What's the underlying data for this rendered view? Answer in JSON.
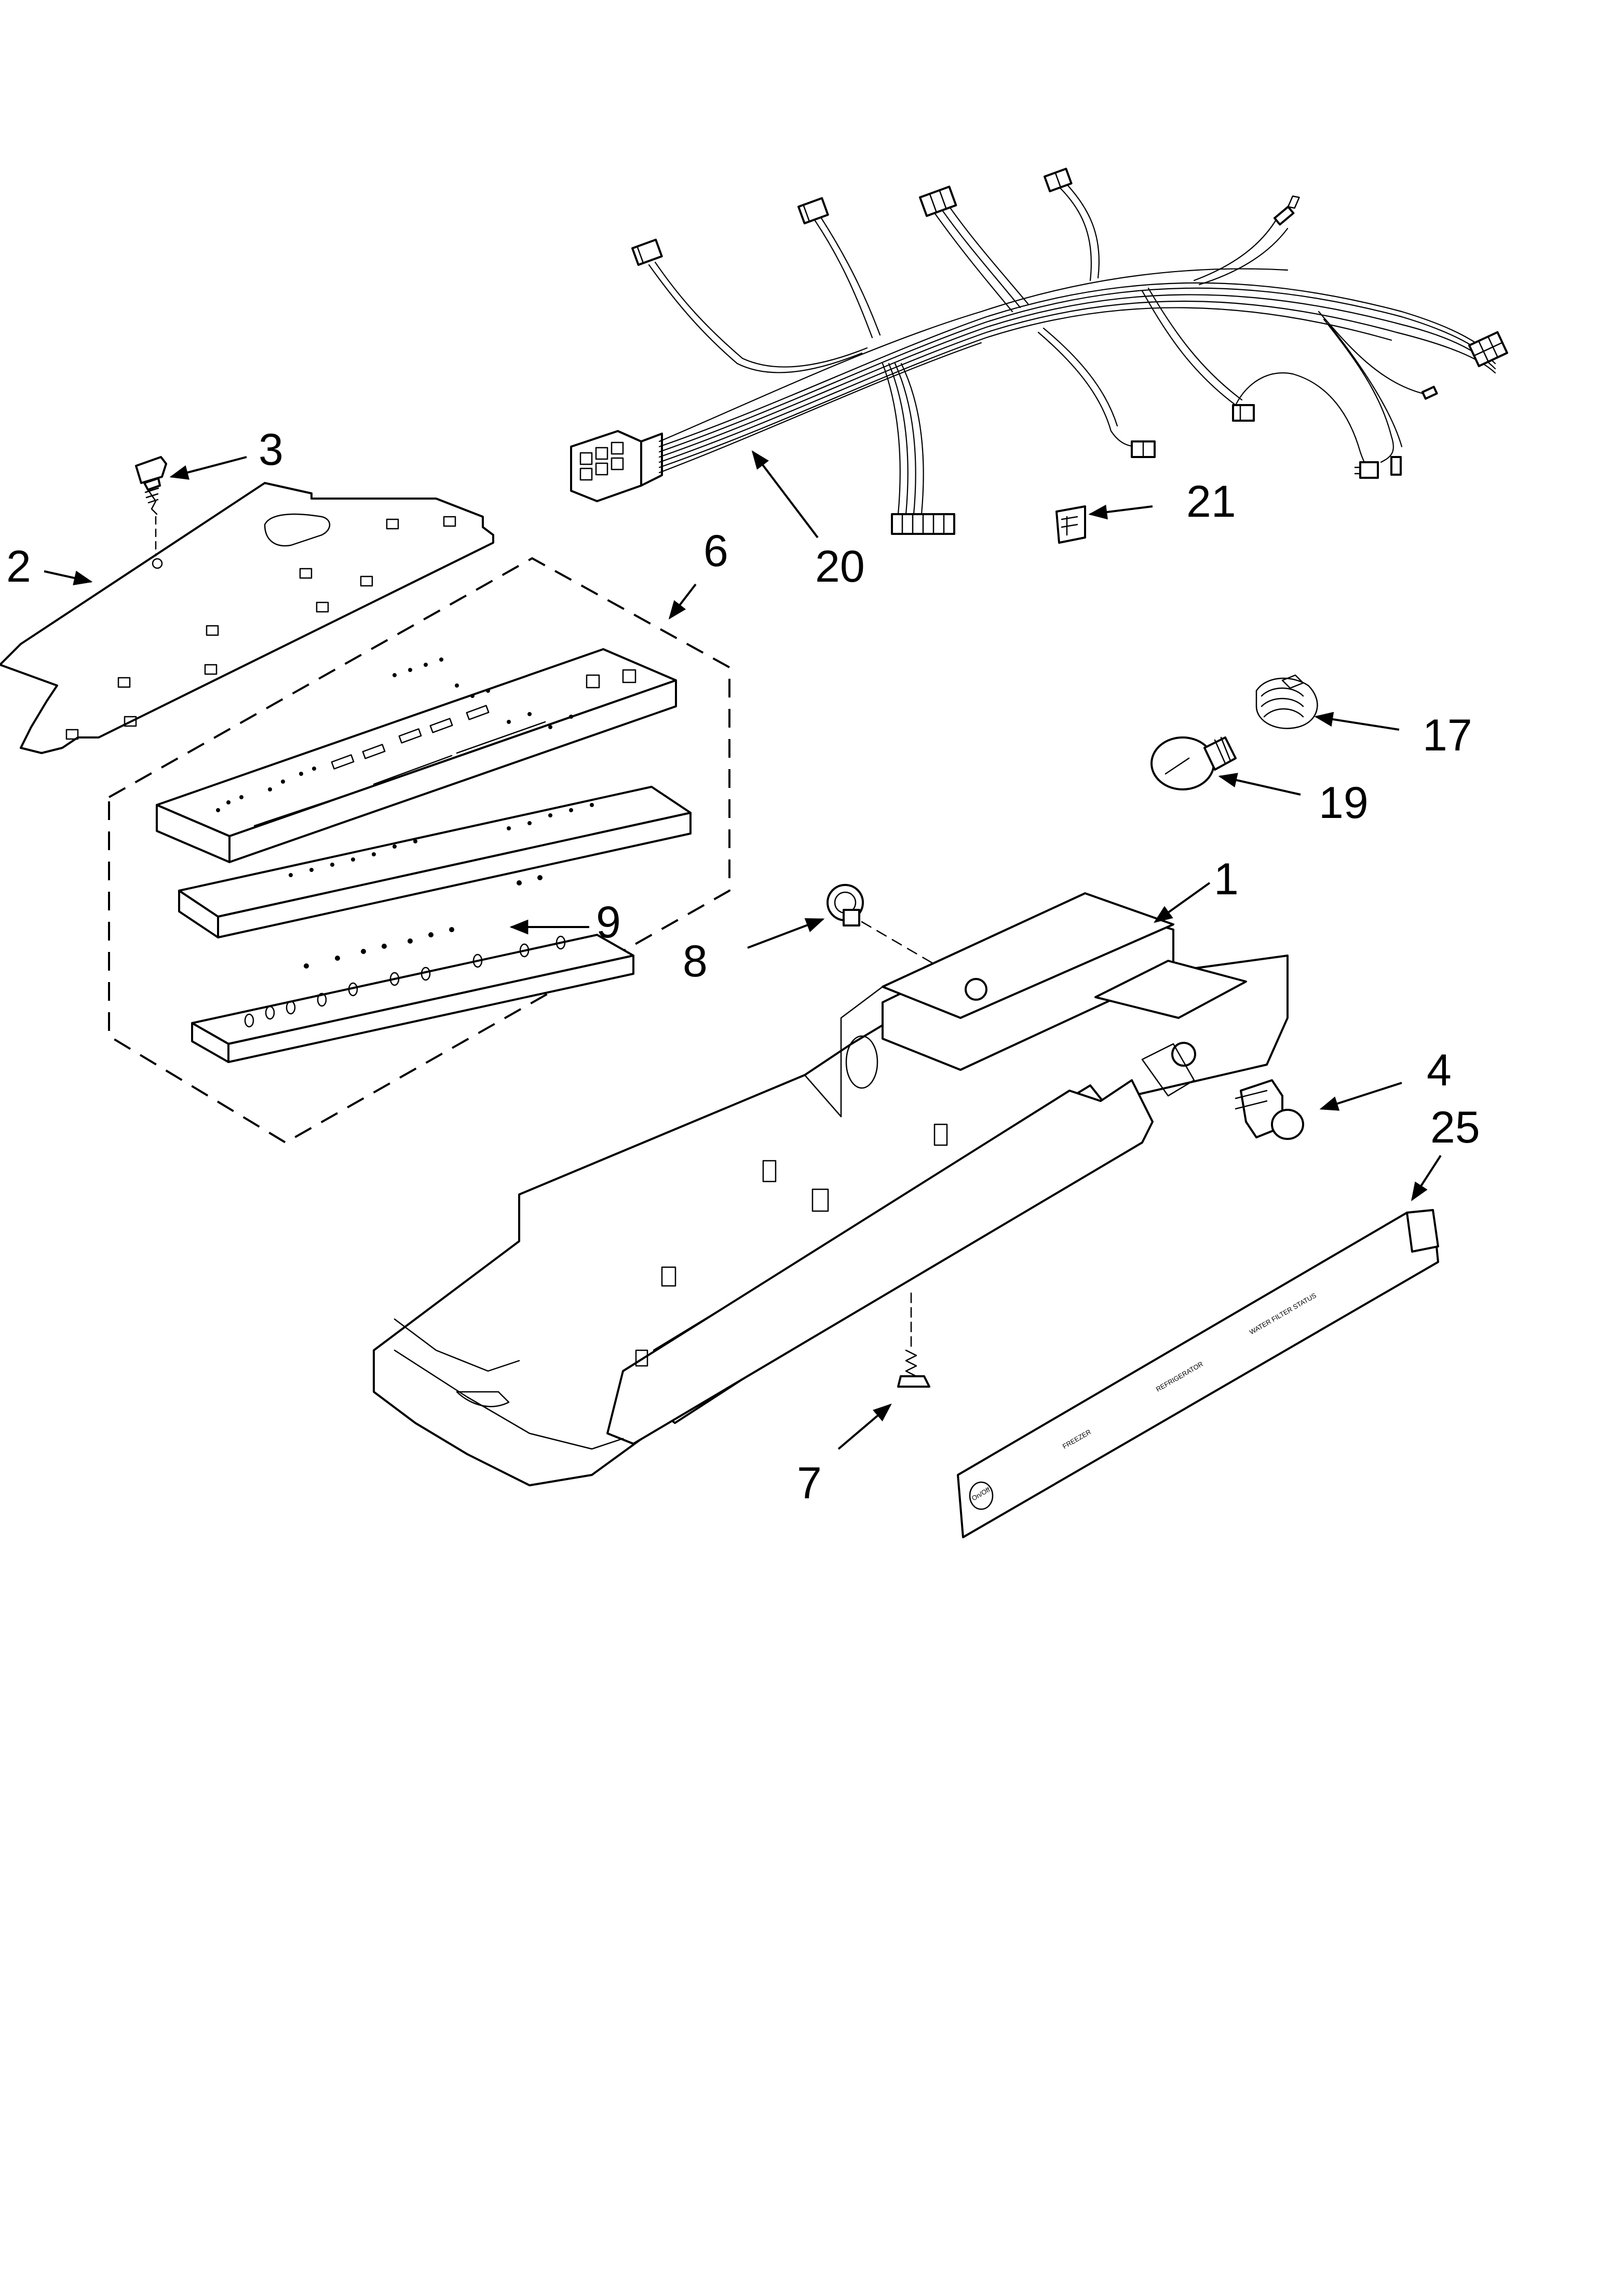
{
  "callouts": {
    "c1": "1",
    "c2": "2",
    "c3": "3",
    "c4": "4",
    "c6": "6",
    "c7": "7",
    "c8": "8",
    "c9": "9",
    "c17": "17",
    "c19": "19",
    "c20": "20",
    "c21": "21",
    "c25": "25"
  },
  "panel_labels": {
    "freezer": "FREEZER",
    "refrigerator": "REFRIGERATOR",
    "water_filter": "WATER FILTER STATUS",
    "on_off": "On/Off"
  }
}
